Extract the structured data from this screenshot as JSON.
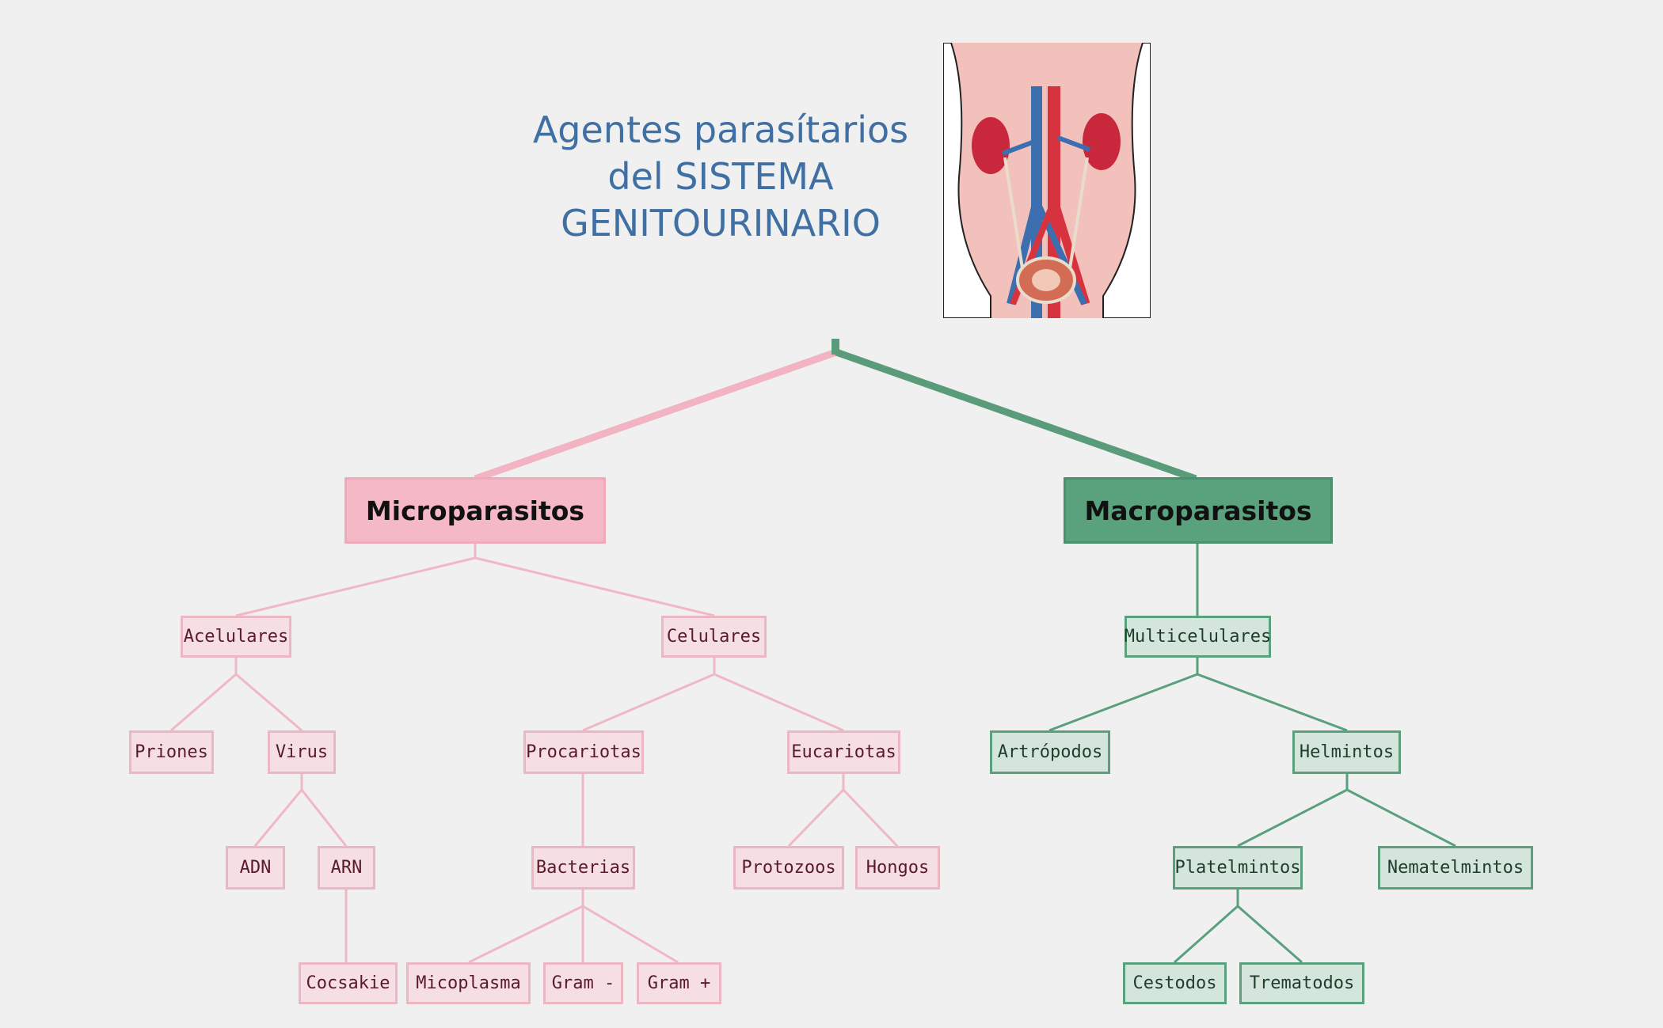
{
  "title": {
    "line1": "Agentes parasítarios",
    "line2": "del SISTEMA",
    "line3": "GENITOURINARIO"
  },
  "colors": {
    "background": "#f0f0f0",
    "title": "#3f6fa3",
    "micro_branch": "#f4b8c6",
    "macro_branch": "#5aa27e",
    "micro_node": "#f5dfe4",
    "macro_node": "#d4e6dc"
  },
  "illustration": {
    "name": "urinary-system-illustration"
  },
  "nodes": {
    "microparasitos": "Microparasitos",
    "macroparasitos": "Macroparasitos",
    "acelulares": "Acelulares",
    "celulares": "Celulares",
    "priones": "Priones",
    "virus": "Virus",
    "adn": "ADN",
    "arn": "ARN",
    "cocsakie": "Cocsakie",
    "procariotas": "Procariotas",
    "bacterias": "Bacterias",
    "micoplasma": "Micoplasma",
    "gram_minus": "Gram -",
    "gram_plus": "Gram +",
    "eucariotas": "Eucariotas",
    "protozoos": "Protozoos",
    "hongos": "Hongos",
    "multicelulares": "Multicelulares",
    "artropodos": "Artrópodos",
    "helmintos": "Helmintos",
    "platelmintos": "Platelmintos",
    "nematelmintos": "Nematelmintos",
    "cestodos": "Cestodos",
    "trematodos": "Trematodos"
  }
}
